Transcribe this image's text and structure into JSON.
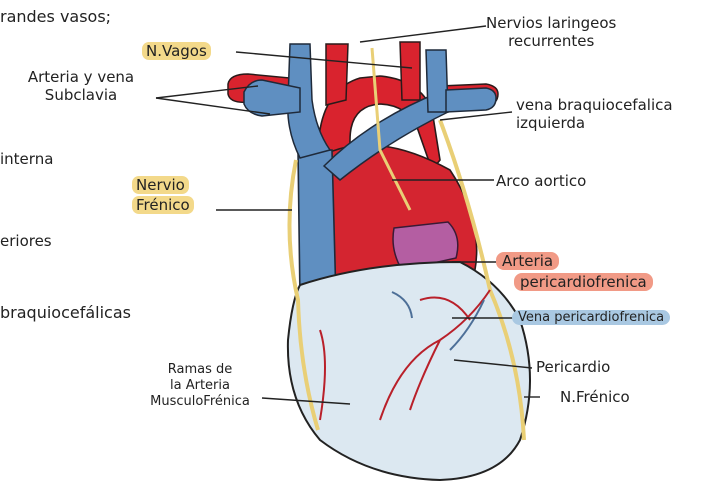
{
  "labels": {
    "grandes_vasos": "randes vasos;",
    "n_vagos": "N.Vagos",
    "arteria_vena_1": "Arteria y vena",
    "arteria_vena_2": "Subclavia",
    "interna": "interna",
    "nervio_frenico_1": "Nervio",
    "nervio_frenico_2": "Frénico",
    "eriores": "eriores",
    "braquiocefalicas": "braquiocefálicas",
    "nervios_laringeos_1": "Nervios laringeos",
    "nervios_laringeos_2": "recurrentes",
    "vena_braquio_1": "vena braquiocefalica",
    "vena_braquio_2": "izquierda",
    "arco_aortico": "Arco aortico",
    "arteria_pc_1": "Arteria",
    "arteria_pc_2": "pericardiofrenica",
    "vena_pc": "Vena pericardiofrenica",
    "pericardio": "Pericardio",
    "n_frenico": "N.Frénico",
    "ramas_1": "Ramas de",
    "ramas_2": "la Arteria",
    "ramas_3": "MusculoFrénica"
  },
  "colors": {
    "artery": "#d9232e",
    "vein": "#5f8fc1",
    "pericardium": "#dce8f1",
    "nerve": "#e9cf76",
    "pulmonary": "#b45ea2",
    "highlight_yellow": "#f3d98a",
    "highlight_red": "#f19a86",
    "highlight_blue": "#a9c8e2"
  }
}
